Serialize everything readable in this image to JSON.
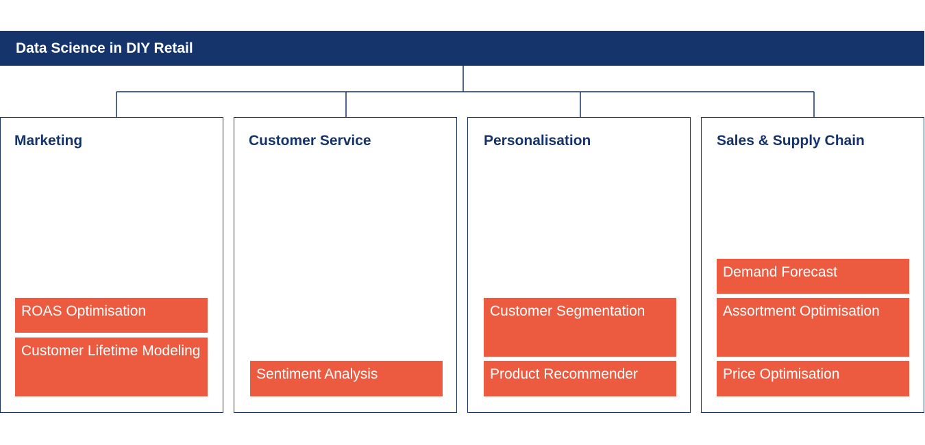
{
  "colors": {
    "header_bg": "#14346b",
    "title_text": "#14346b",
    "item_bg": "#ec5b40",
    "line": "#14346b"
  },
  "header": {
    "title": "Data Science in DIY Retail"
  },
  "panels": [
    {
      "title": "Marketing",
      "items": [
        "ROAS Optimisation",
        "Customer Lifetime Modeling"
      ]
    },
    {
      "title": "Customer Service",
      "items": [
        "Sentiment Analysis"
      ]
    },
    {
      "title": "Personalisation",
      "items": [
        "Customer Segmentation",
        "Product Recommender"
      ]
    },
    {
      "title": "Sales & Supply Chain",
      "items": [
        "Demand Forecast",
        "Assortment Optimisation",
        "Price Optimisation"
      ]
    }
  ]
}
